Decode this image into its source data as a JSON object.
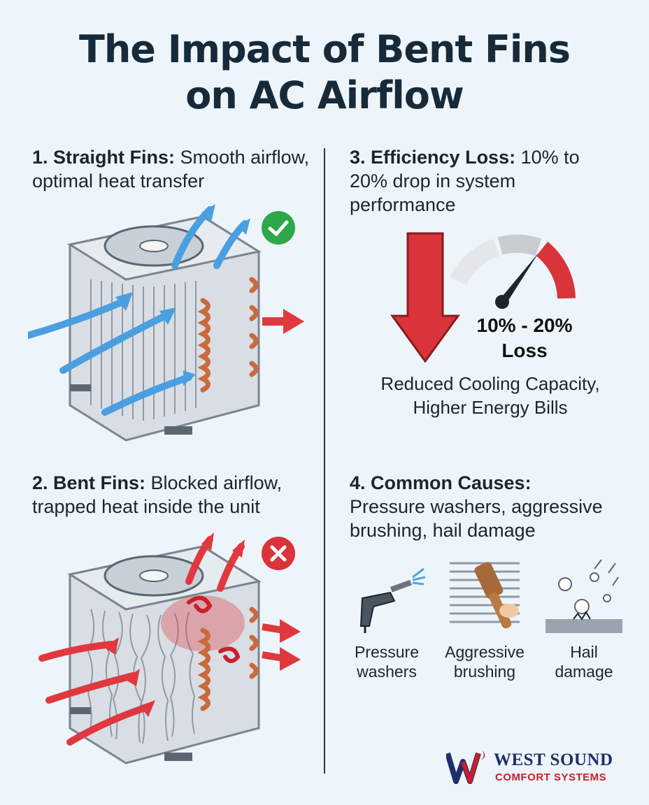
{
  "title_line1": "The Impact of Bent Fins",
  "title_line2": "on AC Airflow",
  "sections": {
    "straight": {
      "heading": "1. Straight Fins:",
      "text": "Smooth airflow, optimal heat transfer"
    },
    "bent": {
      "heading": "2. Bent Fins:",
      "text": "Blocked airflow, trapped heat inside the unit"
    },
    "efficiency": {
      "heading": "3. Efficiency Loss:",
      "text": "10% to 20% drop in system performance"
    },
    "causes": {
      "heading": "4. Common Causes:",
      "text": "Pressure washers, aggressive brushing, hail damage"
    }
  },
  "gauge": {
    "label_line1": "10% - 20%",
    "label_line2": "Loss",
    "desc_line1": "Reduced Cooling Capacity,",
    "desc_line2": "Higher Energy Bills"
  },
  "cause_items": [
    {
      "line1": "Pressure",
      "line2": "washers",
      "icon": "pressure-washer-icon"
    },
    {
      "line1": "Aggressive",
      "line2": "brushing",
      "icon": "brush-icon"
    },
    {
      "line1": "Hail",
      "line2": "damage",
      "icon": "hail-icon"
    }
  ],
  "logo": {
    "name": "WEST SOUND",
    "sub": "COMFORT SYSTEMS"
  },
  "colors": {
    "good": "#2ea84a",
    "bad": "#d9343a",
    "airflow_blue": "#4a9fe0",
    "heat_red": "#e0383e",
    "copper": "#c86a3c"
  }
}
